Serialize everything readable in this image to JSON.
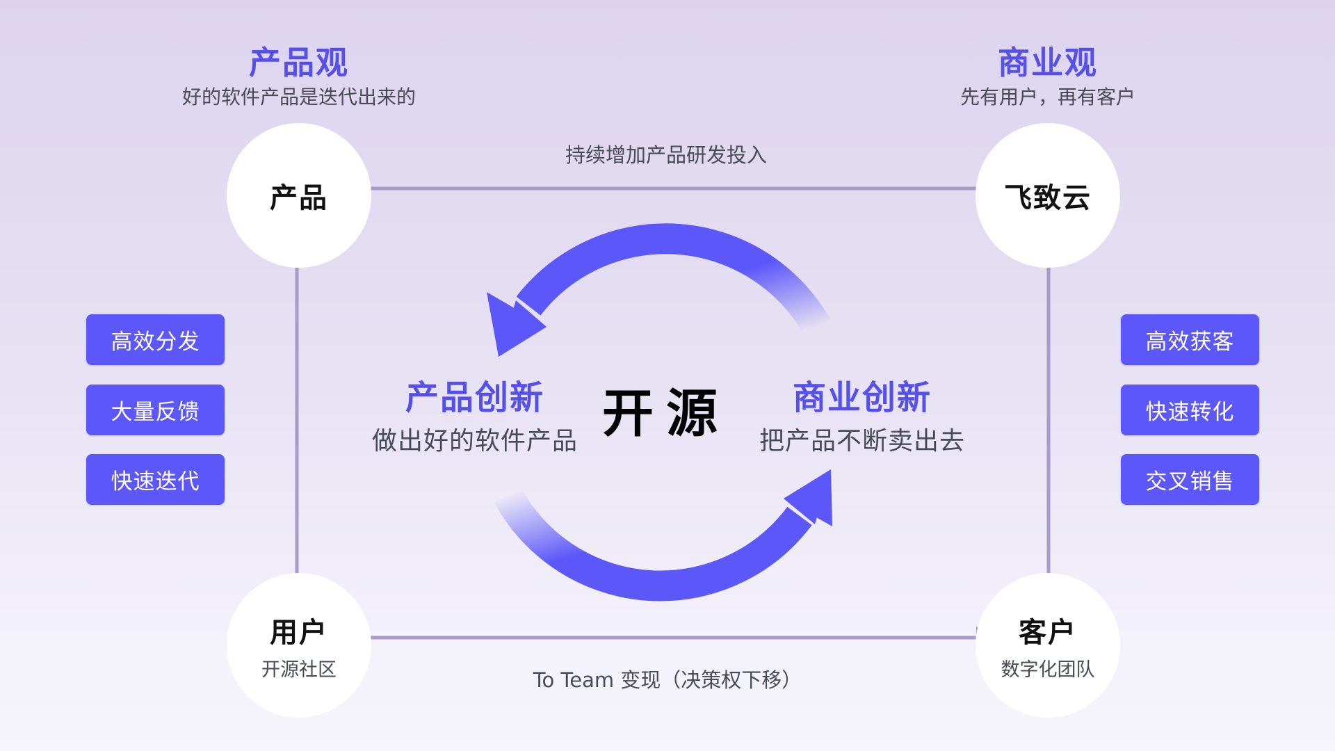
{
  "product_view": {
    "title": "产品观",
    "subtitle": "好的软件产品是迭代出来的"
  },
  "business_view": {
    "title": "商业观",
    "subtitle": "先有用户，再有客户"
  },
  "nodes": {
    "product": {
      "title": "产品"
    },
    "company": {
      "title": "飞致云"
    },
    "users": {
      "title": "用户",
      "subtitle": "开源社区"
    },
    "customers": {
      "title": "客户",
      "subtitle": "数字化团队"
    }
  },
  "edges": {
    "company_to_product": "持续增加产品研发投入",
    "users_to_customers": "To Team 变现（决策权下移）"
  },
  "left_tags": [
    "高效分发",
    "大量反馈",
    "快速迭代"
  ],
  "right_tags": [
    "高效获客",
    "快速转化",
    "交叉销售"
  ],
  "center": {
    "title": "开源",
    "product_innovation": {
      "title": "产品创新",
      "subtitle": "做出好的软件产品"
    },
    "business_innovation": {
      "title": "商业创新",
      "subtitle": "把产品不断卖出去"
    }
  },
  "colors": {
    "accent": "#5c57f9",
    "title_accent": "#5450e8",
    "connector": "#a89bc8",
    "text_dark": "#111111",
    "text_muted": "#474b55"
  }
}
